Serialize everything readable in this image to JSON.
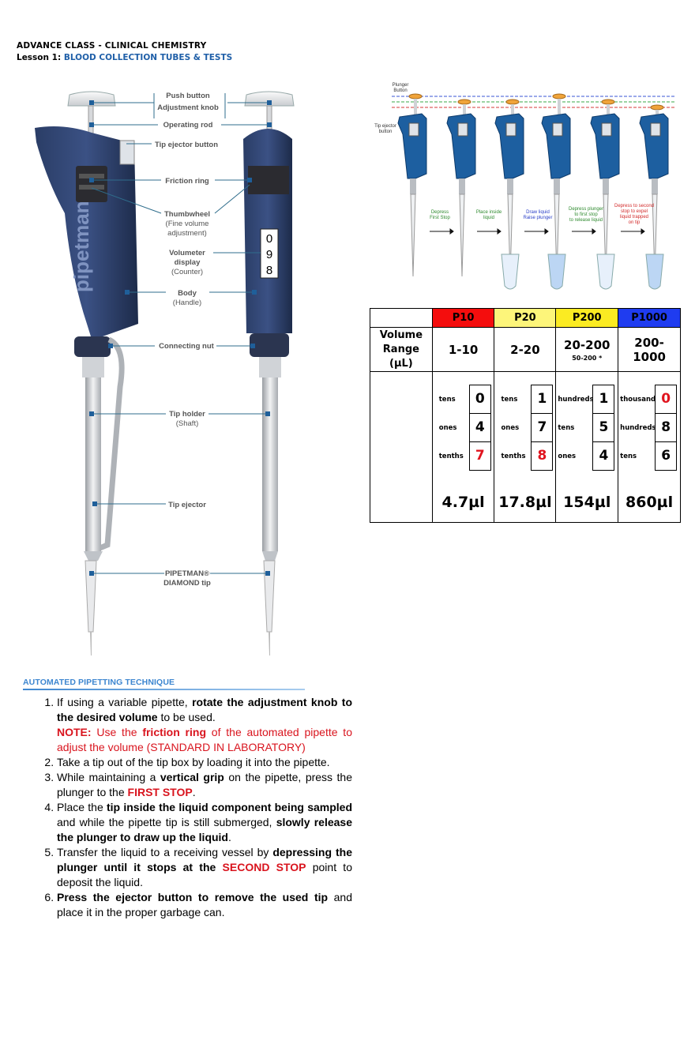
{
  "header": {
    "course": "ADVANCE CLASS - CLINICAL CHEMISTRY",
    "lesson_prefix": "Lesson 1:",
    "lesson_title": "BLOOD COLLECTION TUBES & TESTS"
  },
  "pipette_diagram": {
    "brand": "pipetman",
    "counter_digits": [
      "0",
      "9",
      "8"
    ],
    "labels": {
      "push_button": "Push button",
      "adjustment_knob": "Adjustment knob",
      "operating_rod": "Operating rod",
      "tip_ejector_button": "Tip ejector button",
      "friction_ring": "Friction ring",
      "thumbwheel": "Thumbwheel",
      "thumbwheel_sub1": "(Fine volume",
      "thumbwheel_sub2": "adjustment)",
      "volumeter1": "Volumeter",
      "volumeter2": "display",
      "volumeter_sub": "(Counter)",
      "body": "Body",
      "body_sub": "(Handle)",
      "connecting_nut": "Connecting nut",
      "tip_holder": "Tip holder",
      "tip_holder_sub": "(Shaft)",
      "tip_ejector": "Tip ejector",
      "diamond1": "PIPETMAN®",
      "diamond2": "DIAMOND tip"
    }
  },
  "steps_diagram": {
    "plunger1": "Plunger",
    "plunger2": "Button",
    "ejector1": "Tip ejector",
    "ejector2": "button",
    "s1a": "Depress",
    "s1b": "First Stop",
    "s2a": "Place inside",
    "s2b": "liquid",
    "s3a": "Draw liquid",
    "s3b": "Raise plunger",
    "s4a": "Depress plunger",
    "s4b": "to first stop",
    "s4c": "to release liquid",
    "s5a": "Depress to second",
    "s5b": "stop to expel",
    "s5c": "liquid trapped",
    "s5d": "on tip"
  },
  "volume_table": {
    "row_label_lines": [
      "Volume",
      "Range",
      "(µL)"
    ],
    "columns": [
      {
        "name": "P10",
        "range": "1-10",
        "range_note": "",
        "color": "#f40d0d",
        "digits": [
          {
            "unit": "tens",
            "digit": "0"
          },
          {
            "unit": "ones",
            "digit": "4"
          },
          {
            "unit": "tenths",
            "digit": "7"
          }
        ],
        "red_row": 2,
        "total": "4.7µl"
      },
      {
        "name": "P20",
        "range": "2-20",
        "range_note": "",
        "color": "#fdf57a",
        "digits": [
          {
            "unit": "tens",
            "digit": "1"
          },
          {
            "unit": "ones",
            "digit": "7"
          },
          {
            "unit": "tenths",
            "digit": "8"
          }
        ],
        "red_row": 2,
        "total": "17.8µl"
      },
      {
        "name": "P200",
        "range": "20-200",
        "range_note": "50-200 *",
        "color": "#fbeb22",
        "digits": [
          {
            "unit": "hundreds",
            "digit": "1"
          },
          {
            "unit": "tens",
            "digit": "5"
          },
          {
            "unit": "ones",
            "digit": "4"
          }
        ],
        "red_row": -1,
        "total": "154µl"
      },
      {
        "name": "P1000",
        "range": "200-1000",
        "range_note": "",
        "color": "#1f3cf0",
        "digits": [
          {
            "unit": "thousands",
            "digit": "0"
          },
          {
            "unit": "hundreds",
            "digit": "8"
          },
          {
            "unit": "tens",
            "digit": "6"
          }
        ],
        "red_row": 0,
        "total": "860µl"
      }
    ]
  },
  "section": {
    "title": "AUTOMATED PIPETTING TECHNIQUE",
    "steps": [
      {
        "a": "If using a variable pipette, ",
        "b": "rotate the adjustment knob to the desired volume",
        "c": " to be used.",
        "note_label": "NOTE:",
        "note_a": " Use the ",
        "note_b": "friction ring",
        "note_c": " of the automated pipette to adjust the volume (STANDARD IN LABORATORY)"
      },
      {
        "a": "Take a tip out of the tip box by loading it into the pipette."
      },
      {
        "a": "While maintaining a ",
        "b": "vertical grip",
        "c": " on the pipette, press the plunger to the ",
        "d": "FIRST STOP",
        "e": "."
      },
      {
        "a": "Place the ",
        "b": "tip inside the liquid component being sampled",
        "c": " and while the pipette tip is still submerged, ",
        "d": "slowly release the plunger to draw up the liquid",
        "e": "."
      },
      {
        "a": "Transfer the liquid to a receiving vessel by ",
        "b": "depressing the plunger until it stops at the",
        "c": " ",
        "d": "SECOND STOP",
        "e": " point to deposit the liquid."
      },
      {
        "a": "Press the ejector button to remove the used tip",
        "b": " and place it in the proper garbage can."
      }
    ]
  }
}
